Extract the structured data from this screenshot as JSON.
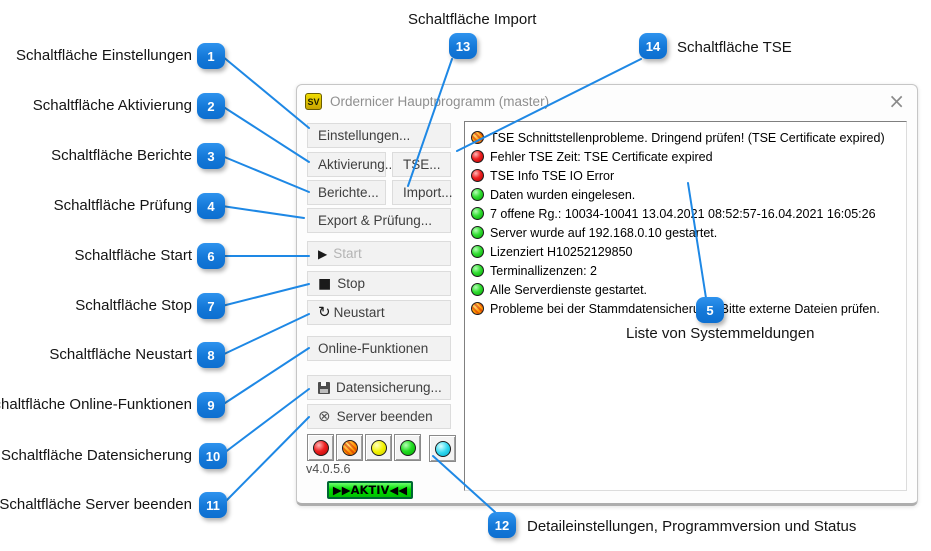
{
  "colors": {
    "callout_blue": "#1e88e5",
    "status_ok_green": "#22cc22",
    "status_error_red": "#dd1111",
    "status_warning_orange": "#ff9900",
    "aktiv_green": "#00dd00"
  },
  "callouts": [
    {
      "num": "1",
      "label": "Schaltfläche Einstellungen"
    },
    {
      "num": "2",
      "label": "Schaltfläche Aktivierung"
    },
    {
      "num": "3",
      "label": "Schaltfläche Berichte"
    },
    {
      "num": "4",
      "label": "Schaltfläche Prüfung"
    },
    {
      "num": "5",
      "label": "Liste von Systemmeldungen"
    },
    {
      "num": "6",
      "label": "Schaltfläche Start"
    },
    {
      "num": "7",
      "label": "Schaltfläche Stop"
    },
    {
      "num": "8",
      "label": "Schaltfläche Neustart"
    },
    {
      "num": "9",
      "label": "Schaltfläche Online-Funktionen"
    },
    {
      "num": "10",
      "label": "Schaltfläche Datensicherung"
    },
    {
      "num": "11",
      "label": "Schaltfläche Server beenden"
    },
    {
      "num": "12",
      "label": "Detaileinstellungen, Programmversion und Status"
    },
    {
      "num": "13",
      "label": "Schaltfläche Import"
    },
    {
      "num": "14",
      "label": "Schaltfläche TSE"
    }
  ],
  "window": {
    "icon_text": "SV",
    "title": "Ordernicer Hauptprogramm (master)",
    "close_glyph": "×",
    "buttons": {
      "einstellungen": "Einstellungen...",
      "aktivierung": "Aktivierung...",
      "tse": "TSE...",
      "berichte": "Berichte...",
      "import": "Import...",
      "export_pruefung": "Export & Prüfung...",
      "start": "Start",
      "stop": "Stop",
      "neustart": "Neustart",
      "online_funktionen": "Online-Funktionen",
      "datensicherung": "Datensicherung...",
      "server_beenden": "Server beenden"
    },
    "icons": {
      "start": "▶",
      "stop": "■",
      "neustart": "↻",
      "server_beenden": "⊗"
    },
    "messages": [
      {
        "status": "warning",
        "text": "TSE Schnittstellenprobleme. Dringend prüfen! (TSE Certificate expired)"
      },
      {
        "status": "error",
        "text": "Fehler TSE Zeit: TSE Certificate expired"
      },
      {
        "status": "error",
        "text": "TSE Info TSE IO Error"
      },
      {
        "status": "ok",
        "text": "Daten wurden eingelesen."
      },
      {
        "status": "ok",
        "text": "7 offene Rg.: 10034-10041 13.04.2021 08:52:57-16.04.2021 16:05:26"
      },
      {
        "status": "ok",
        "text": "Server wurde auf 192.168.0.10 gestartet."
      },
      {
        "status": "ok",
        "text": "Lizenziert H10252129850"
      },
      {
        "status": "ok",
        "text": "Terminallizenzen: 2"
      },
      {
        "status": "ok",
        "text": "Alle Serverdienste gestartet."
      },
      {
        "status": "warning",
        "text": "Probleme bei der Stammdatensicherung. Bitte externe Dateien prüfen."
      }
    ],
    "indicators": [
      {
        "color": "red"
      },
      {
        "color": "orange-hatched"
      },
      {
        "color": "yellow"
      },
      {
        "color": "green"
      },
      {
        "color": "cyan"
      }
    ],
    "version": "v4.0.5.6",
    "status_label": "▶▶AKTIV◀◀"
  }
}
